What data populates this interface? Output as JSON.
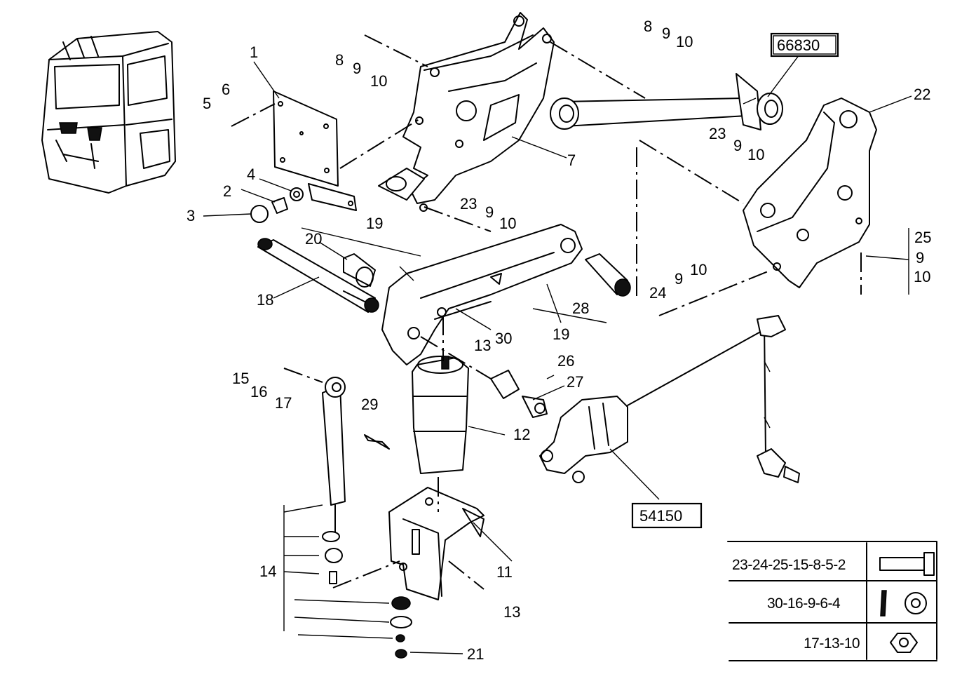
{
  "labels": {
    "l1": "1",
    "l2": "2",
    "l3": "3",
    "l4": "4",
    "l5": "5",
    "l6": "6",
    "l7": "7",
    "l8a": "8",
    "l9a": "9",
    "l10a": "10",
    "l8b": "8",
    "l9b": "9",
    "l10b": "10",
    "l11": "11",
    "l12": "12",
    "l13a": "13",
    "l13b": "13",
    "l14": "14",
    "l15": "15",
    "l16": "16",
    "l17": "17",
    "l18": "18",
    "l19a": "19",
    "l19b": "19",
    "l20": "20",
    "l21": "21",
    "l22": "22",
    "l23a": "23",
    "l9c": "9",
    "l10c": "10",
    "l23b": "23",
    "l9d": "9",
    "l10d": "10",
    "l24": "24",
    "l9e": "9",
    "l10e": "10",
    "l25": "25",
    "l9f": "9",
    "l10f": "10",
    "l26": "26",
    "l27": "27",
    "l28": "28",
    "l29": "29",
    "l30": "30"
  },
  "refs": {
    "top": "66830",
    "bottom": "54150"
  },
  "legend": {
    "row1": "23-24-25-15-8-5-2",
    "row2": "30-16-9-6-4",
    "row3": "17-13-10",
    "icon1": "bolt-icon",
    "icon2": "washer-icon",
    "icon3": "nut-icon"
  }
}
